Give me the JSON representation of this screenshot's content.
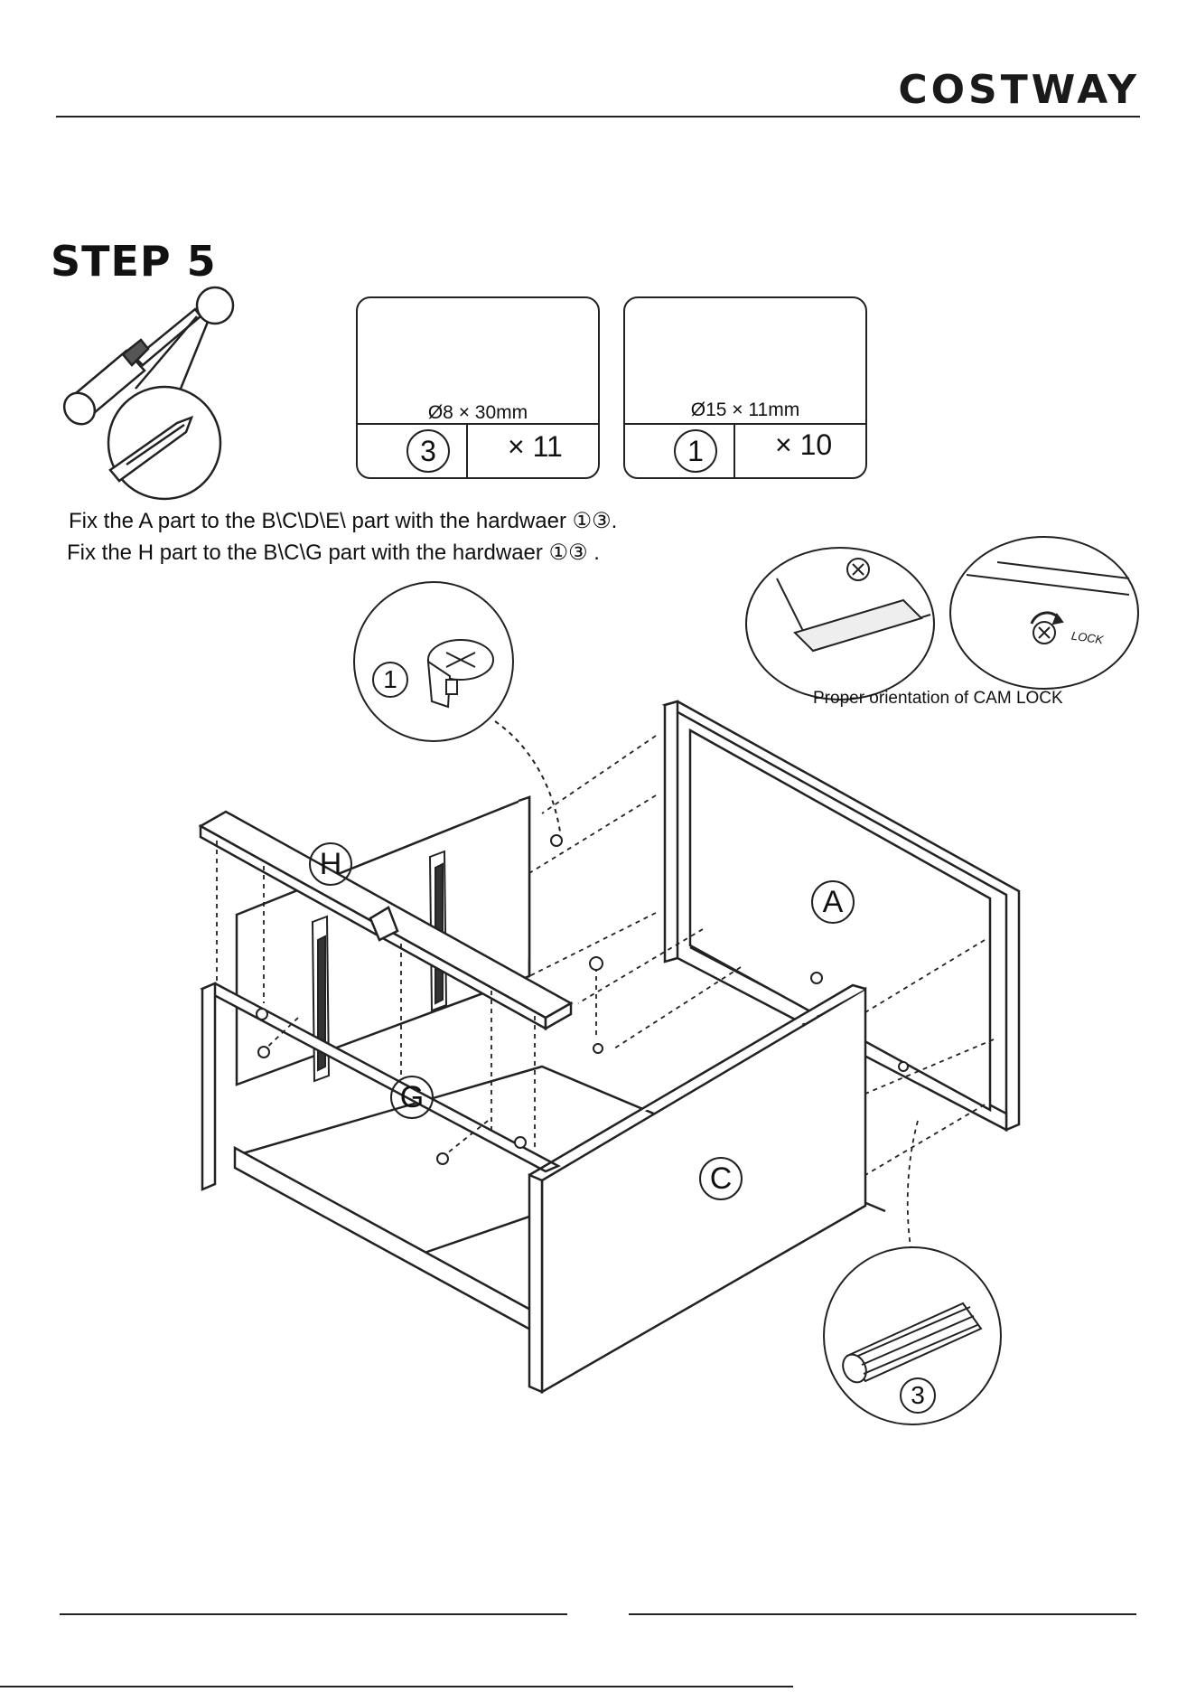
{
  "header": {
    "brand": "COSTWAY"
  },
  "step": {
    "title": "STEP 5"
  },
  "hardware": [
    {
      "dimension": "Ø8 × 30mm",
      "number": "3",
      "quantity": "× 11",
      "icon": "wooden-dowel-icon"
    },
    {
      "dimension": "Ø15 × 11mm",
      "number": "1",
      "quantity": "× 10",
      "icon": "cam-lock-icon"
    }
  ],
  "instructions": [
    "Fix  the A part to the B\\C\\D\\E\\ part with the  hardwaer ①③.",
    "Fix  the H part to the B\\C\\G part with the  hardwaer ①③  ."
  ],
  "cam_lock": {
    "caption": "Proper orientation of CAM LOCK",
    "lock_text": "LOCK"
  },
  "callouts": {
    "cam_number": "1",
    "dowel_number": "3"
  },
  "parts": {
    "a": "A",
    "h": "H",
    "g": "G",
    "c": "C"
  },
  "tool": {
    "icon": "screwdriver-icon"
  }
}
